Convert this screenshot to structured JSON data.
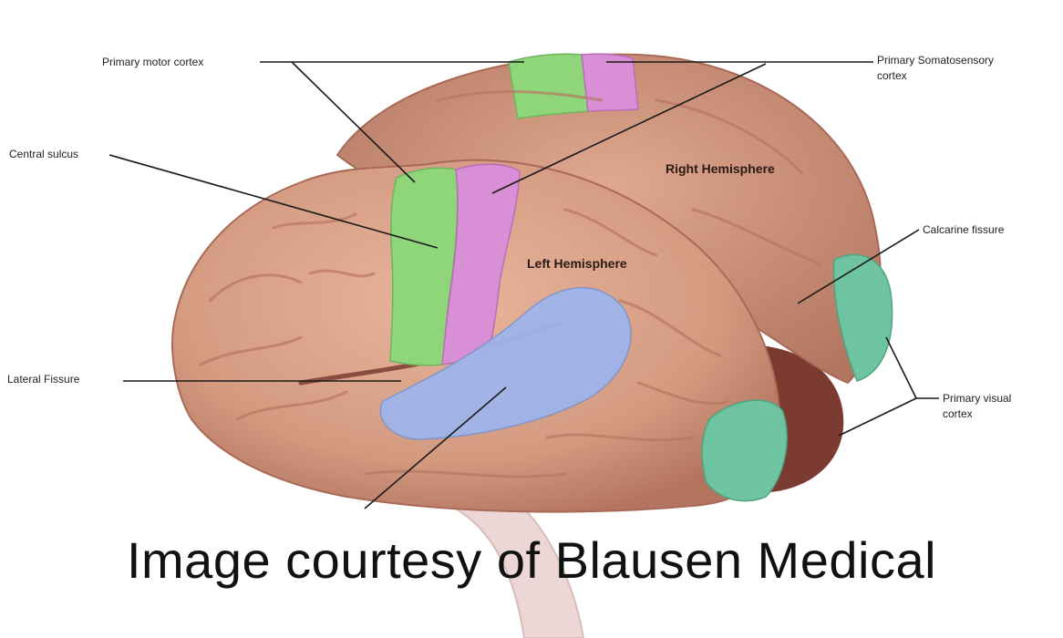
{
  "labels": {
    "primary_motor_cortex": "Primary motor cortex",
    "primary_somatosensory_line1": "Primary Somatosensory",
    "primary_somatosensory_line2": "cortex",
    "central_sulcus": "Central sulcus",
    "right_hemisphere": "Right Hemisphere",
    "left_hemisphere": "Left Hemisphere",
    "calcarine_fissure": "Calcarine fissure",
    "lateral_fissure": "Lateral Fissure",
    "primary_visual_line1": "Primary visual",
    "primary_visual_line2": "cortex"
  },
  "caption": "Image courtesy of Blausen Medical",
  "colors": {
    "brain": "#d9a086",
    "brain_shade": "#b87662",
    "motor": "#8fd67a",
    "somatosensory": "#d88fd6",
    "auditory": "#9fb4ea",
    "visual": "#6ec3a0",
    "cerebellum": "#7a3a30",
    "brainstem": "#e9d2d2"
  }
}
